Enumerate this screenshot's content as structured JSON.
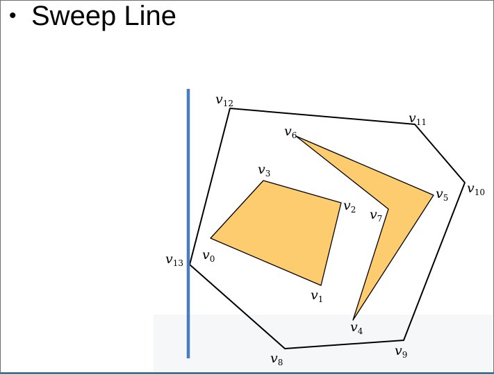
{
  "slide": {
    "bullet_symbol": "•",
    "heading": "Sweep Line"
  },
  "colors": {
    "hole_fill": "#fdcc6e",
    "outline": "#000000",
    "sweep_line": "#4a7dbd"
  },
  "vertices": {
    "v0": {
      "base": "v",
      "sub": "0"
    },
    "v1": {
      "base": "v",
      "sub": "1"
    },
    "v2": {
      "base": "v",
      "sub": "2"
    },
    "v3": {
      "base": "v",
      "sub": "3"
    },
    "v4": {
      "base": "v",
      "sub": "4"
    },
    "v5": {
      "base": "v",
      "sub": "5"
    },
    "v6": {
      "base": "v",
      "sub": "6"
    },
    "v7": {
      "base": "v",
      "sub": "7"
    },
    "v8": {
      "base": "v",
      "sub": "8"
    },
    "v9": {
      "base": "v",
      "sub": "9"
    },
    "v10": {
      "base": "v",
      "sub": "10"
    },
    "v11": {
      "base": "v",
      "sub": "11"
    },
    "v12": {
      "base": "v",
      "sub": "12"
    },
    "v13": {
      "base": "v",
      "sub": "13"
    }
  }
}
